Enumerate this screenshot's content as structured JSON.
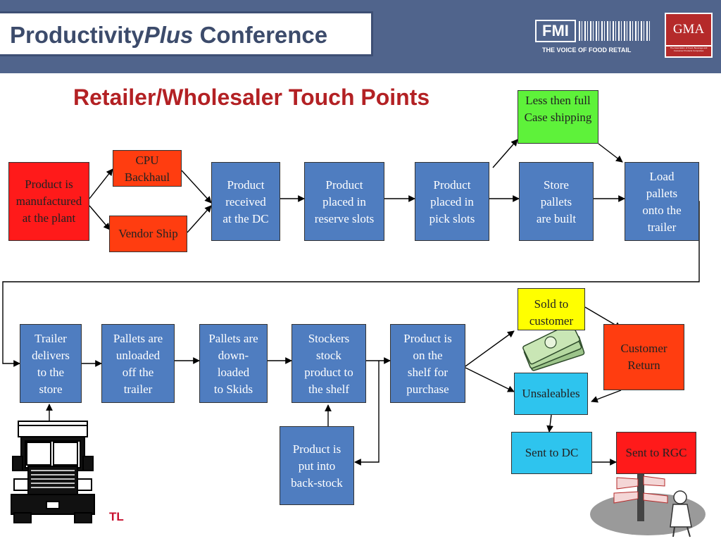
{
  "header": {
    "conference_title_pre": "Productivity",
    "conference_title_italic": "Plus",
    "conference_title_post": " Conference",
    "fmi_badge": "FMI",
    "fmi_tagline": "THE VOICE OF FOOD RETAIL",
    "gma_mark": "GMA",
    "gma_subtitle": "The Association of Food, Beverage and Consumer Products Companies"
  },
  "slide_title": "Retailer/Wholesaler Touch Points",
  "nodes": {
    "manufactured": "Product is\nmanufactured\nat the plant",
    "cpu_backhaul": "CPU\nBackhaul",
    "vendor_ship": "Vendor Ship",
    "received_dc": "Product\nreceived\nat the DC",
    "reserve_slots": "Product\nplaced in\nreserve slots",
    "pick_slots": "Product\nplaced in\npick slots",
    "less_full_case": "Less then full\nCase shipping",
    "store_pallets": "Store\npallets\nare built",
    "load_pallets": "Load\npallets\nonto the\ntrailer",
    "trailer_delivers": "Trailer\ndelivers\nto the\nstore",
    "pallets_unloaded": "Pallets are\nunloaded\noff the\ntrailer",
    "pallets_down_loaded": "Pallets are\ndown-\nloaded\nto Skids",
    "stockers": "Stockers\nstock\nproduct to\nthe shelf",
    "on_shelf": "Product is\non the\nshelf for\npurchase",
    "back_stock": "Product is\nput into\nback-stock",
    "sold": "Sold to\ncustomer",
    "customer_return": "Customer\nReturn",
    "unsaleables": "Unsaleables",
    "sent_dc": "Sent to DC",
    "sent_rgc": "Sent to RGC"
  },
  "truck_label": "TL",
  "colors": {
    "header_bg": "#50648c",
    "title_red": "#b32124",
    "process_blue": "#4f7dc0",
    "source_red": "#ff1a1a",
    "option_orange": "#ff3d10",
    "less_case_green": "#5ef23a",
    "sold_yellow": "#ffff00",
    "unsaleables_cyan": "#2ec4ee"
  }
}
